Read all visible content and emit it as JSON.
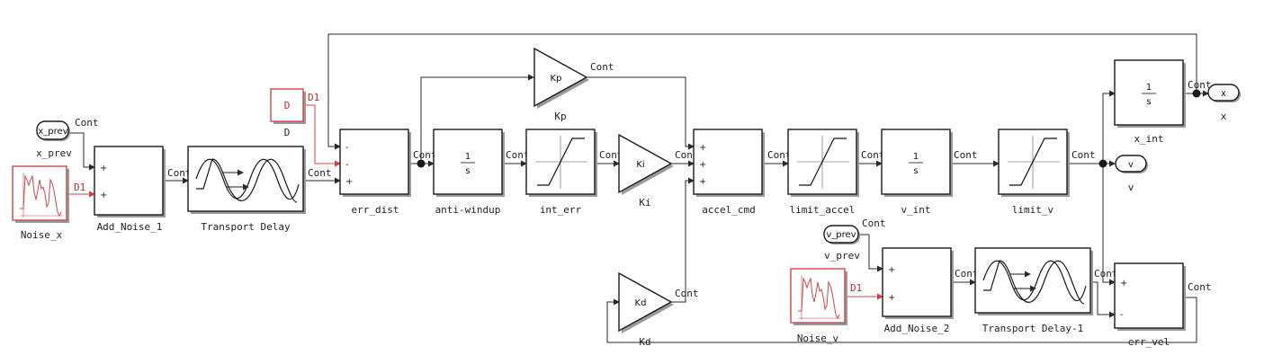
{
  "blocks": {
    "noise_x": "Noise_x",
    "add_noise_1": "Add_Noise_1",
    "transport_delay": "Transport Delay",
    "x_prev": "x_prev",
    "d_const_label": "D",
    "d_const_value": "D",
    "err_dist": "err_dist",
    "anti_windup": "anti-windup",
    "int_err": "int_err",
    "kp_label": "Kp",
    "kp_value": "Kp",
    "ki_label": "Ki",
    "ki_value": "Ki",
    "kd_label": "Kd",
    "kd_value": "Kd",
    "accel_cmd": "accel_cmd",
    "limit_accel": "limit_accel",
    "v_int": "v_int",
    "limit_v": "limit_v",
    "x_int": "x_int",
    "out_x": "x",
    "out_x_label": "x",
    "out_v": "v",
    "out_v_label": "v",
    "v_prev": "v_prev",
    "v_prev_label": "v_prev",
    "noise_v": "Noise_v",
    "add_noise_2": "Add_Noise_2",
    "transport_delay_1": "Transport Delay-1",
    "err_vel": "err_vel",
    "integrator_num": "1",
    "integrator_den": "s"
  },
  "signals": {
    "cont": "Cont",
    "d1": "D1"
  },
  "ports": {
    "plus": "+",
    "minus": "-"
  },
  "colors": {
    "discrete": "#c84a4a",
    "line": "#2a2a2a",
    "block_border": "#1a1a1a"
  }
}
